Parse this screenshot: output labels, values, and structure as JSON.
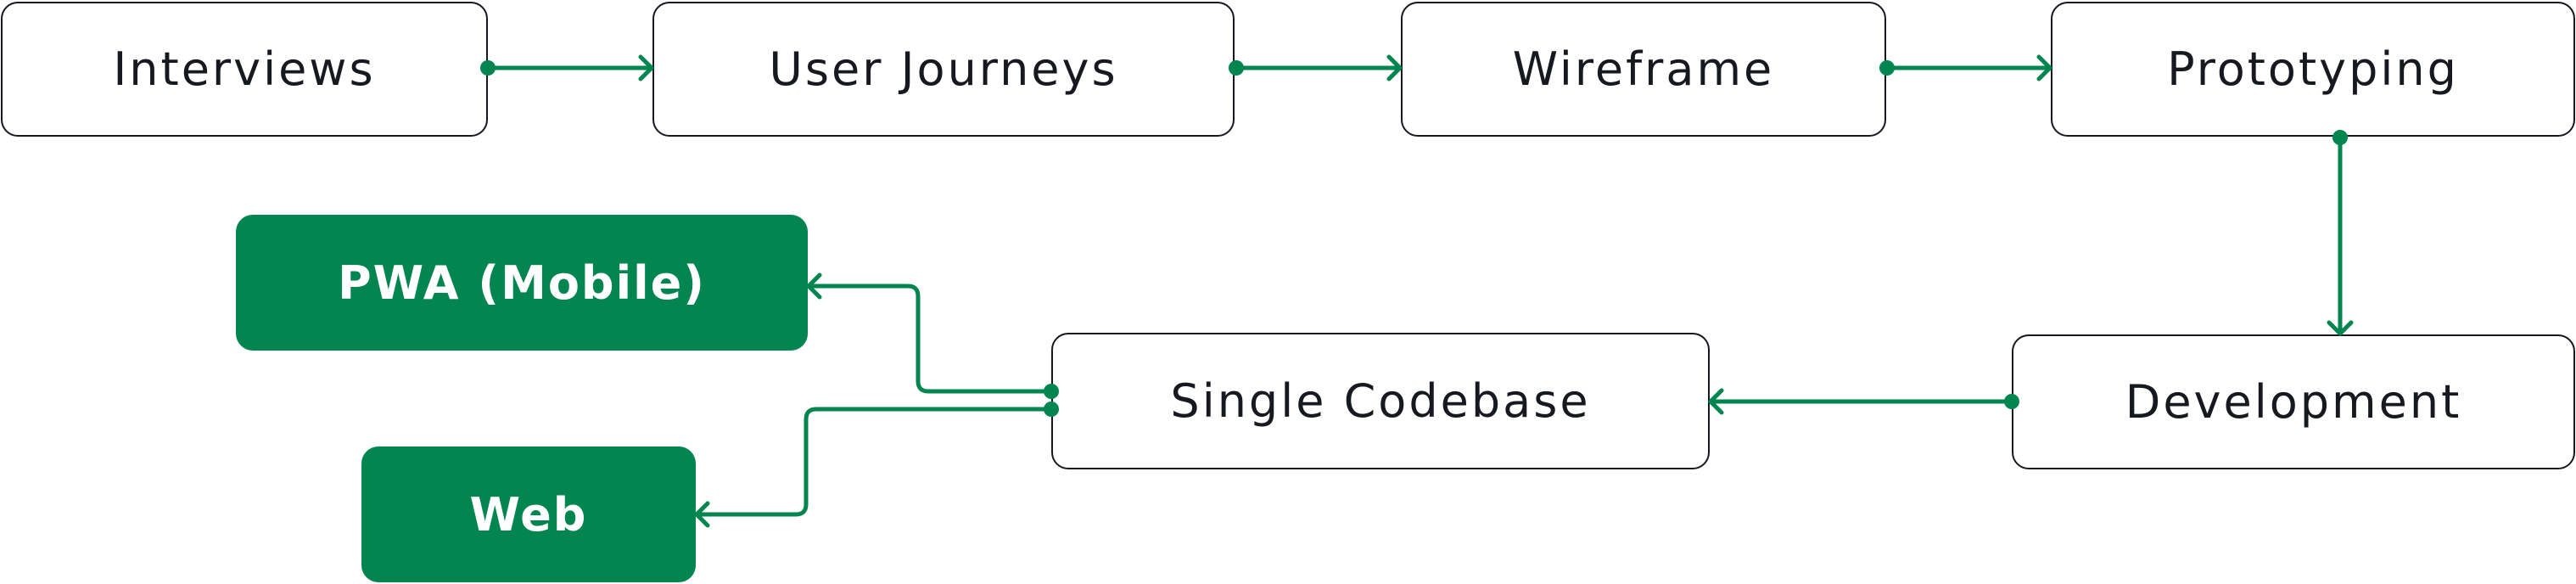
{
  "colors": {
    "accent": "#038550",
    "border": "#16191f",
    "text": "#16191f",
    "filled_text": "#ffffff"
  },
  "nodes": {
    "interviews": "Interviews",
    "user_journeys": "User Journeys",
    "wireframe": "Wireframe",
    "prototyping": "Prototyping",
    "development": "Development",
    "single_codebase": "Single Codebase",
    "pwa_mobile": "PWA (Mobile)",
    "web": "Web"
  }
}
